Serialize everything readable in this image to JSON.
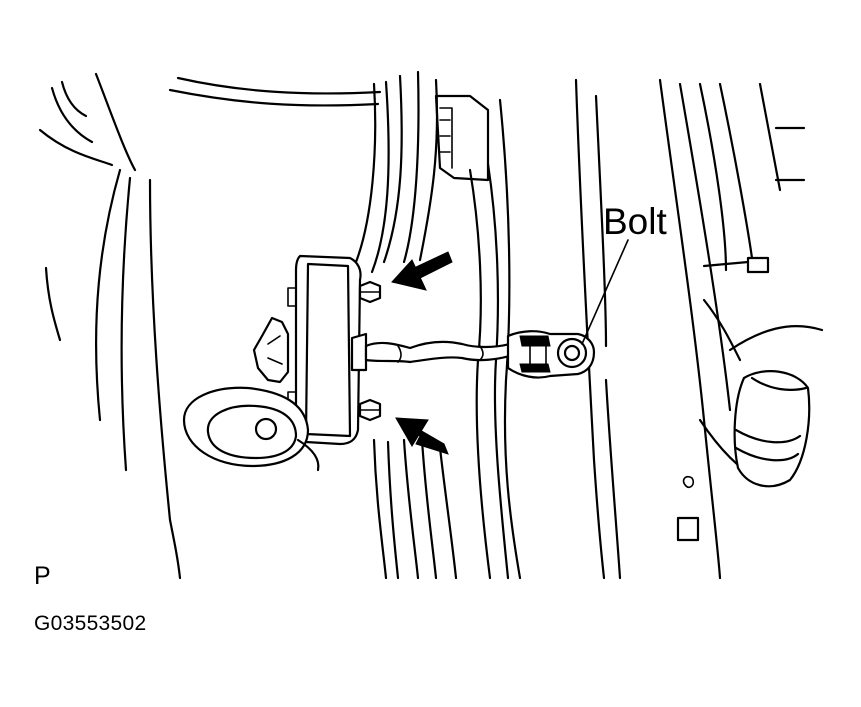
{
  "diagram": {
    "callout_label": "Bolt",
    "view_letter": "P",
    "figure_code": "G03553502",
    "colors": {
      "line": "#000000",
      "background": "#ffffff"
    },
    "indicators": [
      "arrow-upper-bolt",
      "arrow-lower-bolt"
    ]
  }
}
